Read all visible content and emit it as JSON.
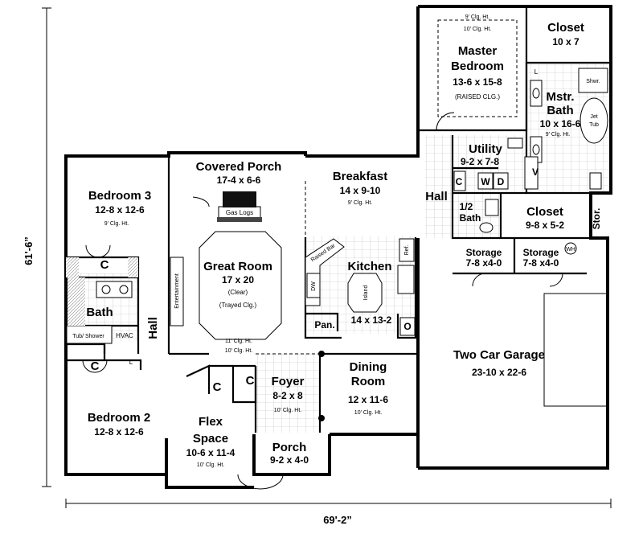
{
  "dimensions": {
    "width_label": "69'-2”",
    "depth_label": "61'-6”"
  },
  "rooms": {
    "master_bedroom": {
      "name1": "Master",
      "name2": "Bedroom",
      "size": "13-6 x 15-8",
      "note": "(RAISED CLG.)",
      "clg1": "9' Clg. Ht.",
      "clg2": "10' Clg. Ht."
    },
    "closet_master": {
      "name": "Closet",
      "size": "10 x 7"
    },
    "mstr_bath": {
      "name1": "Mstr.",
      "name2": "Bath",
      "size": "10 x 16-6",
      "clg": "9' Clg. Ht.",
      "shower": "Shwr.",
      "tub1": "Jet",
      "tub2": "Tub",
      "linen": "L"
    },
    "utility": {
      "name": "Utility",
      "size": "9-2  x 7-8",
      "w": "W",
      "d": "D",
      "v": "V",
      "c": "C"
    },
    "half_bath": {
      "name1": "1/2",
      "name2": "Bath"
    },
    "closet_hall": {
      "name": "Closet",
      "size": "9-8 x 5-2"
    },
    "stor": {
      "name": "Stor."
    },
    "covered_porch": {
      "name": "Covered Porch",
      "size": "17-4 x 6-6",
      "gas": "Gas Logs"
    },
    "breakfast": {
      "name": "Breakfast",
      "size": "14 x 9-10",
      "clg": "9' Clg. Ht."
    },
    "hall_right": {
      "name": "Hall"
    },
    "bedroom3": {
      "name": "Bedroom 3",
      "size": "12-8 x 12-6",
      "clg": "9' Clg. Ht.",
      "closet": "C"
    },
    "great_room": {
      "name": "Great Room",
      "size": "17 x 20",
      "note1": "(Clear)",
      "note2": "(Trayed Clg.)",
      "clg1": "11' Clg. Ht.",
      "clg2": "10' Clg. Ht.",
      "ent": "Entertainment"
    },
    "kitchen": {
      "name": "Kitchen",
      "size": "14 x 13-2",
      "bar": "Raised Bar",
      "island": "Island",
      "ref": "Ref.",
      "dw": "DW",
      "pan": "Pan.",
      "o": "O"
    },
    "bath_left": {
      "name": "Bath",
      "tub": "Tub/ Shower",
      "hvac": "HVAC"
    },
    "hall_left": {
      "name": "Hall",
      "l": "L"
    },
    "storage1": {
      "name": "Storage",
      "size": "7-8 x4-0"
    },
    "storage2": {
      "name": "Storage",
      "size": "7-8 x4-0",
      "wh": "WH"
    },
    "garage": {
      "name": "Two Car Garage",
      "size": "23-10 x 22-6"
    },
    "bedroom2": {
      "name": "Bedroom 2",
      "size": "12-8 x 12-6",
      "closet": "C"
    },
    "flex": {
      "name1": "Flex",
      "name2": "Space",
      "size": "10-6 x 11-4",
      "clg": "10' Clg. Ht.",
      "closet": "C"
    },
    "foyer": {
      "name": "Foyer",
      "size": "8-2 x 8",
      "clg": "10' Clg. Ht.",
      "closet": "C"
    },
    "dining": {
      "name1": "Dining",
      "name2": "Room",
      "size": "12 x 11-6",
      "clg": "10' Clg. Ht."
    },
    "porch": {
      "name": "Porch",
      "size": "9-2 x 4-0"
    }
  }
}
